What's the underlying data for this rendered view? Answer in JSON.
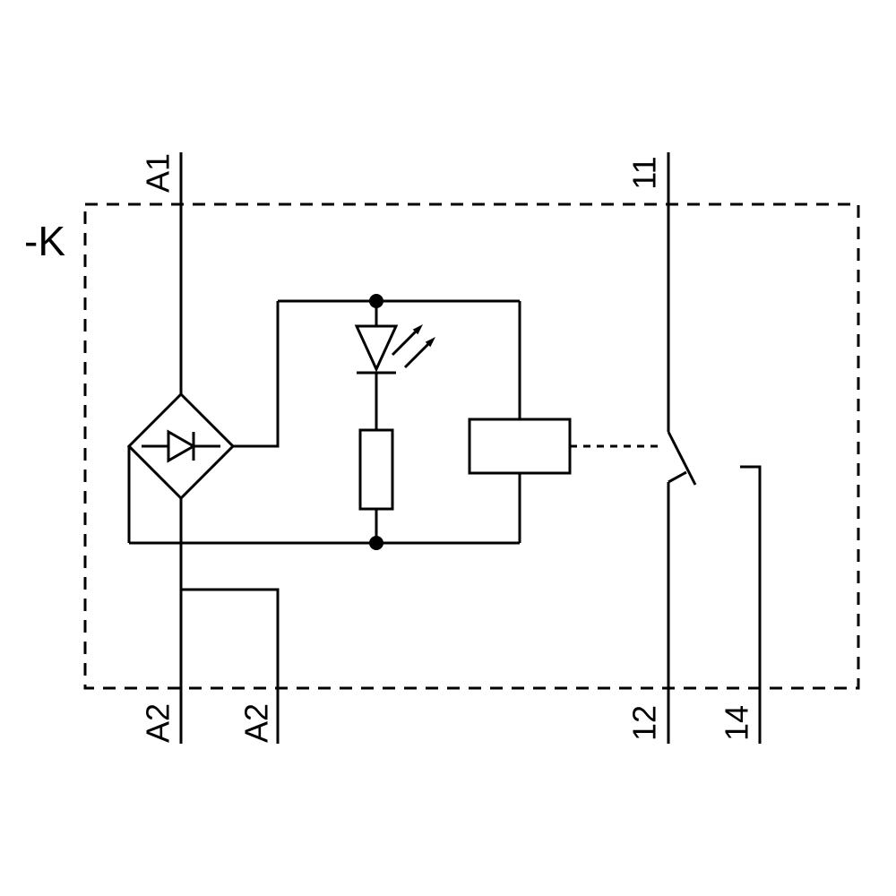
{
  "diagram": {
    "device_label": "-K",
    "terminals": {
      "a1": "A1",
      "t11": "11",
      "a2_main": "A2",
      "a2_aux": "A2",
      "t12": "12",
      "t14": "14"
    },
    "components": [
      "bridge-rectifier",
      "led-indicator",
      "resistor",
      "relay-coil",
      "changeover-contact"
    ],
    "colors": {
      "line": "#000000",
      "background": "#ffffff"
    }
  }
}
